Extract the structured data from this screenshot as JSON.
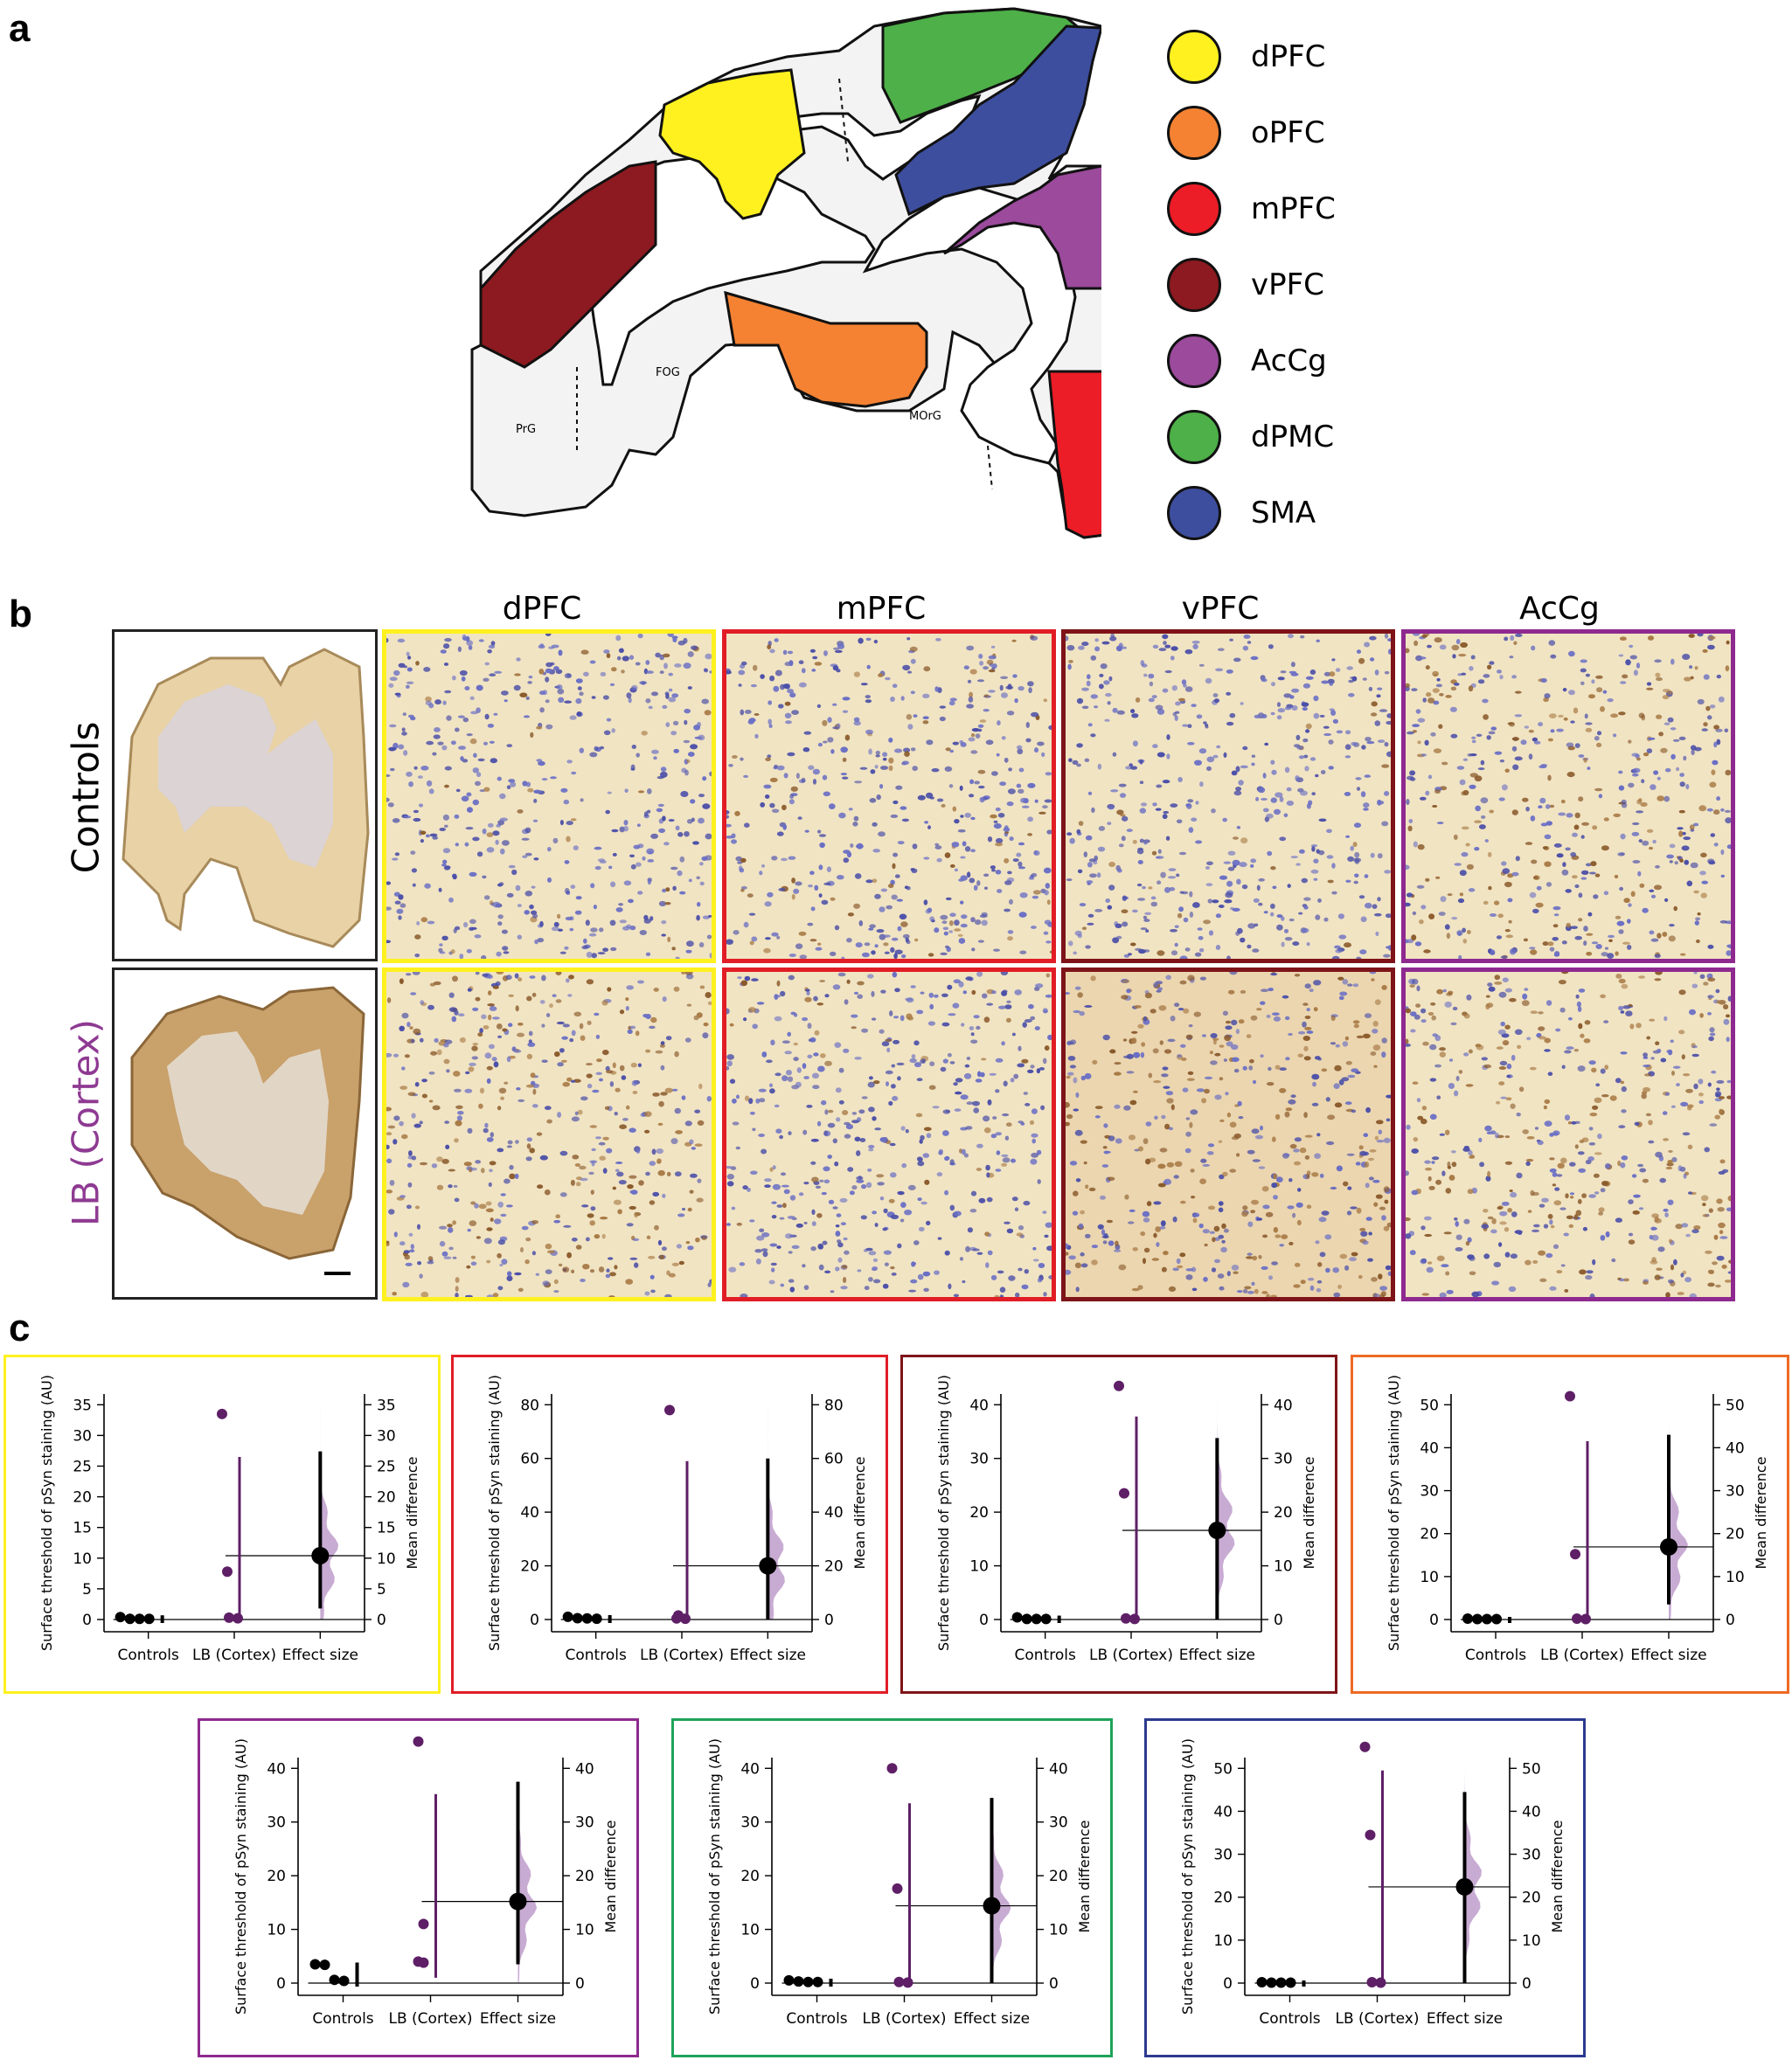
{
  "panels": {
    "a": "a",
    "b": "b",
    "c": "c"
  },
  "panel_a": {
    "region_labels": {
      "PrG": "PrG",
      "FOG": "FOG",
      "MOrG": "MOrG"
    },
    "legend": [
      {
        "label": "dPFC",
        "color": "#FFF11F"
      },
      {
        "label": "oPFC",
        "color": "#F48232"
      },
      {
        "label": "mPFC",
        "color": "#EC1D27"
      },
      {
        "label": "vPFC",
        "color": "#8C1A20"
      },
      {
        "label": "AcCg",
        "color": "#9B4A9C"
      },
      {
        "label": "dPMC",
        "color": "#4EB048"
      },
      {
        "label": "SMA",
        "color": "#3E4E9E"
      }
    ]
  },
  "panel_b": {
    "columns": [
      "dPFC",
      "mPFC",
      "vPFC",
      "AcCg"
    ],
    "column_colors": [
      "#FFF11F",
      "#E11D26",
      "#7E1419",
      "#8E2A8F"
    ],
    "rows": [
      "Controls",
      "LB (Cortex)"
    ],
    "row_colors": [
      "#000000",
      "#8E3A92"
    ]
  },
  "chart_data": [
    {
      "type": "scatter",
      "plot_kind": "estimation (Gardner-Altman)",
      "frame_color": "#FFF11F",
      "categories": [
        "Controls",
        "LB (Cortex)",
        "Effect size"
      ],
      "ylabel": "Surface threshold of pSyn staining (AU)",
      "ylabel_right": "Mean difference",
      "ylim": [
        0,
        35
      ],
      "yticks": [
        0,
        5,
        10,
        15,
        20,
        25,
        30,
        35
      ],
      "series": [
        {
          "name": "Controls",
          "values": [
            0.4,
            0.1,
            0.1,
            0.1
          ]
        },
        {
          "name": "LB (Cortex)",
          "values": [
            33.5,
            7.8,
            0.3,
            0.2
          ]
        }
      ],
      "mean_difference": 10.4,
      "ci": [
        1.8,
        27.4
      ],
      "lb_range": [
        0.2,
        26.5
      ]
    },
    {
      "type": "scatter",
      "plot_kind": "estimation (Gardner-Altman)",
      "frame_color": "#E11D26",
      "categories": [
        "Controls",
        "LB (Cortex)",
        "Effect size"
      ],
      "ylabel": "Surface threshold of pSyn staining (AU)",
      "ylabel_right": "Mean difference",
      "ylim": [
        0,
        80
      ],
      "yticks": [
        0,
        20,
        40,
        60,
        80
      ],
      "series": [
        {
          "name": "Controls",
          "values": [
            1.0,
            0.5,
            0.4,
            0.3
          ]
        },
        {
          "name": "LB (Cortex)",
          "values": [
            78,
            1.5,
            0.4,
            0.3
          ]
        }
      ],
      "mean_difference": 20,
      "ci": [
        0,
        60
      ],
      "lb_range": [
        0.3,
        59
      ]
    },
    {
      "type": "scatter",
      "plot_kind": "estimation (Gardner-Altman)",
      "frame_color": "#7E1419",
      "categories": [
        "Controls",
        "LB (Cortex)",
        "Effect size"
      ],
      "ylabel": "Surface threshold of pSyn staining (AU)",
      "ylabel_right": "Mean difference",
      "ylim": [
        0,
        40
      ],
      "yticks": [
        0,
        10,
        20,
        30,
        40
      ],
      "series": [
        {
          "name": "Controls",
          "values": [
            0.4,
            0.1,
            0.1,
            0.1
          ]
        },
        {
          "name": "LB (Cortex)",
          "values": [
            43.5,
            23.5,
            0.2,
            0.1
          ]
        }
      ],
      "mean_difference": 16.6,
      "ci": [
        0,
        33.8
      ],
      "lb_range": [
        0.1,
        37.8
      ]
    },
    {
      "type": "scatter",
      "plot_kind": "estimation (Gardner-Altman)",
      "frame_color": "#EE6A24",
      "categories": [
        "Controls",
        "LB (Cortex)",
        "Effect size"
      ],
      "ylabel": "Surface threshold of pSyn staining (AU)",
      "ylabel_right": "Mean difference",
      "ylim": [
        0,
        50
      ],
      "yticks": [
        0,
        10,
        20,
        30,
        40,
        50
      ],
      "series": [
        {
          "name": "Controls",
          "values": [
            0.2,
            0.1,
            0.1,
            0.1
          ]
        },
        {
          "name": "LB (Cortex)",
          "values": [
            52,
            15.2,
            0.2,
            0.1
          ]
        }
      ],
      "mean_difference": 16.9,
      "ci": [
        3.5,
        43
      ],
      "lb_range": [
        0.1,
        41.5
      ]
    },
    {
      "type": "scatter",
      "plot_kind": "estimation (Gardner-Altman)",
      "frame_color": "#8E2A8F",
      "categories": [
        "Controls",
        "LB (Cortex)",
        "Effect size"
      ],
      "ylabel": "Surface threshold of pSyn staining (AU)",
      "ylabel_right": "Mean difference",
      "ylim": [
        0,
        40
      ],
      "yticks": [
        0,
        10,
        20,
        30,
        40
      ],
      "series": [
        {
          "name": "Controls",
          "values": [
            3.5,
            3.4,
            0.6,
            0.4
          ]
        },
        {
          "name": "LB (Cortex)",
          "values": [
            45,
            11,
            4,
            3.8
          ]
        }
      ],
      "mean_difference": 15.2,
      "ci": [
        3.5,
        37.5
      ],
      "lb_range": [
        1.0,
        35.2
      ]
    },
    {
      "type": "scatter",
      "plot_kind": "estimation (Gardner-Altman)",
      "frame_color": "#1EA35A",
      "categories": [
        "Controls",
        "LB (Cortex)",
        "Effect size"
      ],
      "ylabel": "Surface threshold of pSyn staining (AU)",
      "ylabel_right": "Mean difference",
      "ylim": [
        0,
        40
      ],
      "yticks": [
        0,
        10,
        20,
        30,
        40
      ],
      "series": [
        {
          "name": "Controls",
          "values": [
            0.5,
            0.3,
            0.2,
            0.2
          ]
        },
        {
          "name": "LB (Cortex)",
          "values": [
            40,
            17.6,
            0.2,
            0.1
          ]
        }
      ],
      "mean_difference": 14.4,
      "ci": [
        0,
        34.5
      ],
      "lb_range": [
        0.1,
        33.5
      ]
    },
    {
      "type": "scatter",
      "plot_kind": "estimation (Gardner-Altman)",
      "frame_color": "#2C3A8E",
      "categories": [
        "Controls",
        "LB (Cortex)",
        "Effect size"
      ],
      "ylabel": "Surface threshold of pSyn staining (AU)",
      "ylabel_right": "Mean difference",
      "ylim": [
        0,
        50
      ],
      "yticks": [
        0,
        10,
        20,
        30,
        40,
        50
      ],
      "series": [
        {
          "name": "Controls",
          "values": [
            0.2,
            0.1,
            0.1,
            0.1
          ]
        },
        {
          "name": "LB (Cortex)",
          "values": [
            55,
            34.5,
            0.2,
            0.1
          ]
        }
      ],
      "mean_difference": 22.4,
      "ci": [
        0,
        44.5
      ],
      "lb_range": [
        0.1,
        49.5
      ]
    }
  ]
}
